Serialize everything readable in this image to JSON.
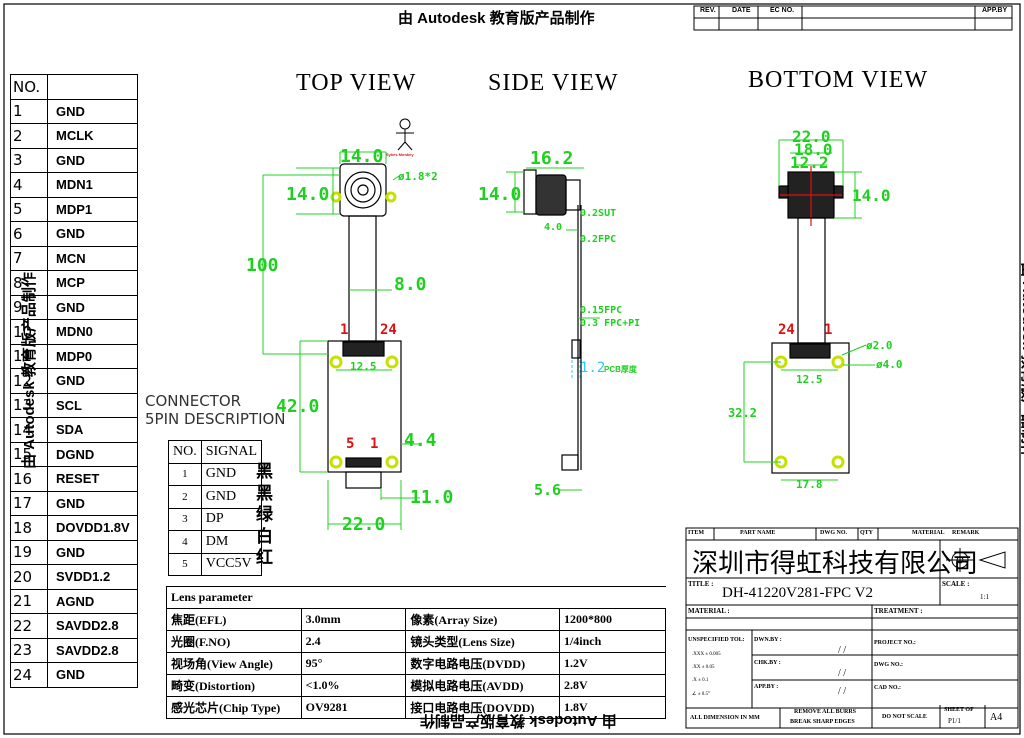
{
  "watermark": "由 Autodesk 教育版产品制作",
  "revision_header": [
    "REV.",
    "DATE",
    "EC NO.",
    "APP.BY"
  ],
  "pin_table": {
    "header": "NO.",
    "rows": [
      {
        "no": "1",
        "signal": "GND"
      },
      {
        "no": "2",
        "signal": "MCLK"
      },
      {
        "no": "3",
        "signal": "GND"
      },
      {
        "no": "4",
        "signal": "MDN1"
      },
      {
        "no": "5",
        "signal": "MDP1"
      },
      {
        "no": "6",
        "signal": "GND"
      },
      {
        "no": "7",
        "signal": "MCN"
      },
      {
        "no": "8",
        "signal": "MCP"
      },
      {
        "no": "9",
        "signal": "GND"
      },
      {
        "no": "10",
        "signal": "MDN0"
      },
      {
        "no": "11",
        "signal": "MDP0"
      },
      {
        "no": "12",
        "signal": "GND"
      },
      {
        "no": "13",
        "signal": "SCL"
      },
      {
        "no": "14",
        "signal": "SDA"
      },
      {
        "no": "15",
        "signal": "DGND"
      },
      {
        "no": "16",
        "signal": "RESET"
      },
      {
        "no": "17",
        "signal": "GND"
      },
      {
        "no": "18",
        "signal": "DOVDD1.8V"
      },
      {
        "no": "19",
        "signal": "GND"
      },
      {
        "no": "20",
        "signal": "SVDD1.2"
      },
      {
        "no": "21",
        "signal": "AGND"
      },
      {
        "no": "22",
        "signal": "SAVDD2.8"
      },
      {
        "no": "23",
        "signal": "SAVDD2.8"
      },
      {
        "no": "24",
        "signal": "GND"
      }
    ]
  },
  "views": {
    "top": "TOP VIEW",
    "side": "SIDE VIEW",
    "bottom": "BOTTOM VIEW"
  },
  "top_view_dims": {
    "lens_width": "14.0",
    "lens_height": "14.0",
    "hole": "ø1.8*2",
    "total_length": "100",
    "flex_width": "8.0",
    "pin1": "1",
    "pin24": "24",
    "hole_spacing": "12.5",
    "board_length": "42.0",
    "usb_pin5": "5",
    "usb_pin1": "1",
    "usb_offset": "4.4",
    "usb_width": "11.0",
    "board_width": "22.0",
    "mascot_caption": "Sykes Monkey"
  },
  "side_view_dims": {
    "lens_height": "16.2",
    "lens_depth": "14.0",
    "sut": "0.2SUT",
    "offset": "4.0",
    "fpc": "0.2FPC",
    "fpc2": "0.15FPC",
    "fpc_pi": "0.3 FPC+PI",
    "pcb": "1.2",
    "pcb_label": "PCB厚度",
    "bottom": "5.6"
  },
  "bottom_view_dims": {
    "w1": "22.0",
    "w2": "18.0",
    "w3": "12.2",
    "h": "14.0",
    "pin24": "24",
    "pin1": "1",
    "hole_small": "ø2.0",
    "hole_large": "ø4.0",
    "spacing": "12.5",
    "height": "32.2",
    "bottom_width": "17.8"
  },
  "connector": {
    "title_line1": "CONNECTOR",
    "title_line2": "5PIN DESCRIPTION",
    "header_no": "NO.",
    "header_signal": "SIGNAL",
    "rows": [
      {
        "no": "1",
        "signal": "GND",
        "color": "黑"
      },
      {
        "no": "2",
        "signal": "GND",
        "color": "黑"
      },
      {
        "no": "3",
        "signal": "DP",
        "color": "绿"
      },
      {
        "no": "4",
        "signal": "DM",
        "color": "白"
      },
      {
        "no": "5",
        "signal": "VCC5V",
        "color": "红"
      }
    ]
  },
  "lens_params": {
    "title": "Lens parameter",
    "rows": [
      [
        "焦距(EFL)",
        "3.0mm",
        "像素(Array Size)",
        "1200*800"
      ],
      [
        "光圈(F.NO)",
        "2.4",
        "镜头类型(Lens Size)",
        "1/4inch"
      ],
      [
        "视场角(View Angle)",
        "95°",
        "数字电路电压(DVDD)",
        "1.2V"
      ],
      [
        "畸变(Distortion)",
        "<1.0%",
        "模拟电路电压(AVDD)",
        "2.8V"
      ],
      [
        "感光芯片(Chip Type)",
        "OV9281",
        "接口电路电压(DOVDD)",
        "1.8V"
      ]
    ]
  },
  "title_block": {
    "header": [
      "ITEM",
      "PART NAME",
      "DWG NO.",
      "QTY",
      "MATERIAL",
      "REMARK"
    ],
    "company": "深圳市得虹科技有限公司",
    "title_label": "TITLE :",
    "title": "DH-41220V281-FPC V2",
    "scale_label": "SCALE :",
    "scale": "1:1",
    "material_label": "MATERIAL :",
    "treatment_label": "TREATMENT :",
    "unspecified_tol": "UNSPECIFIED TOL:",
    "tolerances": [
      ".XXX ± 0.005",
      ".XX ± 0.05",
      ".X ± 0.1",
      "∠ ± 0.5°"
    ],
    "dwn_by": "DWN.BY :",
    "chk_by": "CHK.BY :",
    "app_by": "APP.BY :",
    "date_slash": "/  /",
    "project_no": "PROJECT NO.:",
    "dwg_no": "DWG NO.:",
    "cad_no": "CAD NO.:",
    "all_dim": "ALL DIMENSION IN MM",
    "remove_burrs": "REMOVE ALL BURRS",
    "break_edges": "BREAK SHARP EDGES",
    "do_not_scale": "DO NOT SCALE",
    "sheet_of": "SHEET OF",
    "sheet": "P1/1",
    "size": "A4"
  }
}
